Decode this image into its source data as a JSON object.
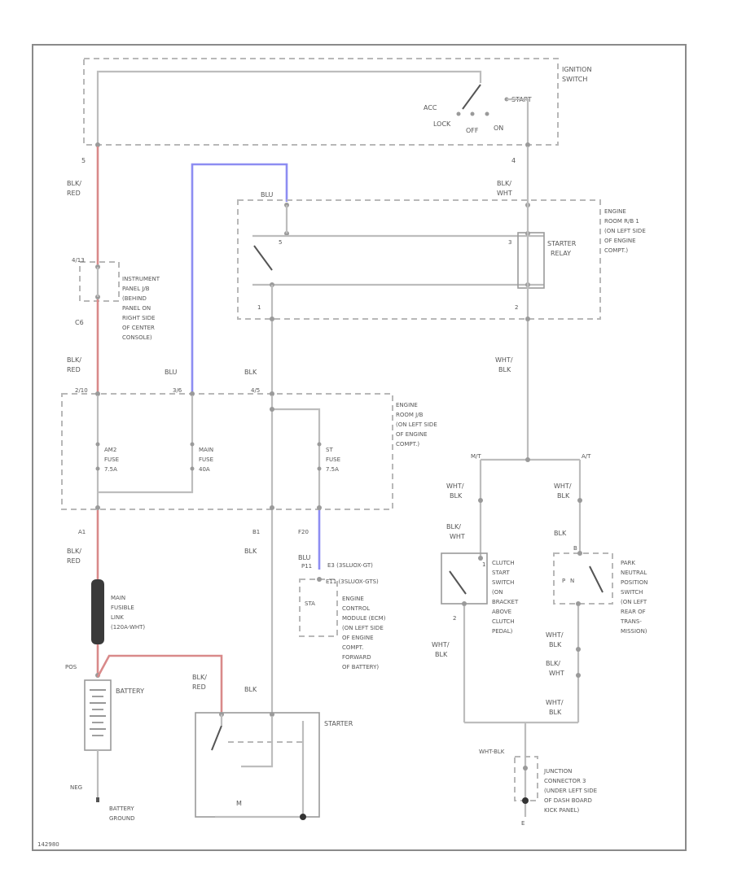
{
  "diagram": {
    "ignition_switch": {
      "title_line1": "IGNITION",
      "title_line2": "SWITCH",
      "acc": "ACC",
      "lock": "LOCK",
      "off": "OFF",
      "on": "ON",
      "start": "START",
      "pin_left": "5",
      "pin_right": "4"
    },
    "wires": {
      "blk_red_top": [
        "BLK/",
        "RED"
      ],
      "blk_wht_top": [
        "BLK/",
        "WHT"
      ],
      "blu_top": "BLU",
      "blk_red_mid": [
        "BLK/",
        "RED"
      ],
      "blu_mid": "BLU",
      "blk_mid": "BLK",
      "wht_blk_mid": [
        "WHT/",
        "BLK"
      ],
      "blk_red_low": [
        "BLK/",
        "RED"
      ],
      "blk_low": "BLK",
      "blu_low": "BLU",
      "blk_red_batt": [
        "BLK/",
        "RED"
      ],
      "blk_starter": "BLK"
    },
    "engine_room_rb": {
      "lines": [
        "ENGINE",
        "ROOM R/B 1",
        "(ON LEFT SIDE",
        "OF ENGINE",
        "COMPT.)"
      ],
      "relay": [
        "STARTER",
        "RELAY"
      ],
      "pin1": "1",
      "pin2": "2",
      "pin5": "5",
      "pin3": "3"
    },
    "instrument_panel_jb": {
      "lines": [
        "INSTRUMENT",
        "PANEL J/B",
        "(BEHIND",
        "PANEL ON",
        "RIGHT SIDE",
        "OF CENTER",
        "CONSOLE)"
      ],
      "pin_top": "4/13",
      "pin_bot": "C6"
    },
    "engine_room_jb": {
      "lines": [
        "ENGINE",
        "ROOM J/B",
        "(ON LEFT SIDE",
        "OF ENGINE",
        "COMPT.)"
      ],
      "pin_a": "2/10",
      "pin_b": "3/6",
      "pin_c": "4/5",
      "pin_d": "A1",
      "pin_e": "B1",
      "pin_f": "F20"
    },
    "fuses": {
      "am2": [
        "AM2",
        "FUSE",
        "7.5A"
      ],
      "main": [
        "MAIN",
        "FUSE",
        "40A"
      ],
      "st": [
        "ST",
        "FUSE",
        "7.5A"
      ]
    },
    "fusible_link": [
      "MAIN",
      "FUSIBLE",
      "LINK",
      "(120A-WHT)"
    ],
    "battery": {
      "label": "BATTERY",
      "neg": "NEG",
      "pos": "POS",
      "ground": [
        "BATTERY",
        "GROUND"
      ]
    },
    "starter": {
      "label": "STARTER",
      "m": "M"
    },
    "ecm": {
      "pins": [
        "E3   (3SLUOX-GT)",
        "E11   (3SLUOX-GTS)"
      ],
      "pin_sta": "STA",
      "pin_p": "P11",
      "lines": [
        "ENGINE",
        "CONTROL",
        "MODULE (ECM)",
        "(ON LEFT SIDE",
        "OF ENGINE",
        "COMPT.",
        "FORWARD",
        "OF BATTERY)"
      ]
    },
    "clutch_switch": {
      "lines": [
        "CLUTCH",
        "START",
        "SWITCH",
        "(ON",
        "BRACKET",
        "ABOVE",
        "CLUTCH",
        "PEDAL)"
      ],
      "wire_in": [
        "WHT/",
        "BLK"
      ],
      "wire_pre": [
        "BLK/",
        "WHT"
      ],
      "wire_out": [
        "WHT/",
        "BLK"
      ],
      "pin1": "1",
      "pin2": "2",
      "branch": "M/T"
    },
    "park_neutral_switch": {
      "lines": [
        "PARK",
        "NEUTRAL",
        "POSITION",
        "SWITCH",
        "(ON LEFT",
        "REAR OF",
        "TRANS-",
        "MISSION)"
      ],
      "wire_in": [
        "WHT/",
        "BLK"
      ],
      "wire_pre": [
        "BLK"
      ],
      "wire_out1": [
        "WHT/",
        "BLK"
      ],
      "wire_out2": [
        "BLK/",
        "WHT"
      ],
      "wire_out3": [
        "WHT/",
        "BLK"
      ],
      "pin_p": "P",
      "pin_n": "N",
      "pin_b": "B",
      "branch": "A/T"
    },
    "junction": {
      "wire": "WHT-BLK",
      "lines": [
        "JUNCTION",
        "CONNECTOR 3",
        "(UNDER LEFT SIDE",
        "OF DASH BOARD",
        "KICK PANEL)"
      ],
      "ground_pin": "E"
    },
    "footer_code": "142980"
  }
}
